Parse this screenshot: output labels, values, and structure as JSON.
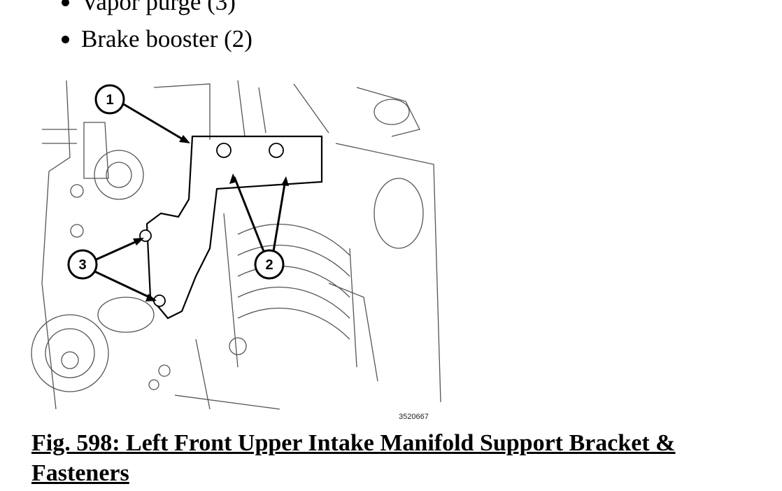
{
  "bullets": [
    {
      "label": "Vapor purge (3)"
    },
    {
      "label": "Brake booster (2)"
    }
  ],
  "figure": {
    "callouts": [
      "1",
      "2",
      "3"
    ],
    "image_number": "3520667"
  },
  "caption": {
    "line1": "Fig. 598: Left Front Upper Intake Manifold Support Bracket &",
    "line2": "Fasteners"
  }
}
